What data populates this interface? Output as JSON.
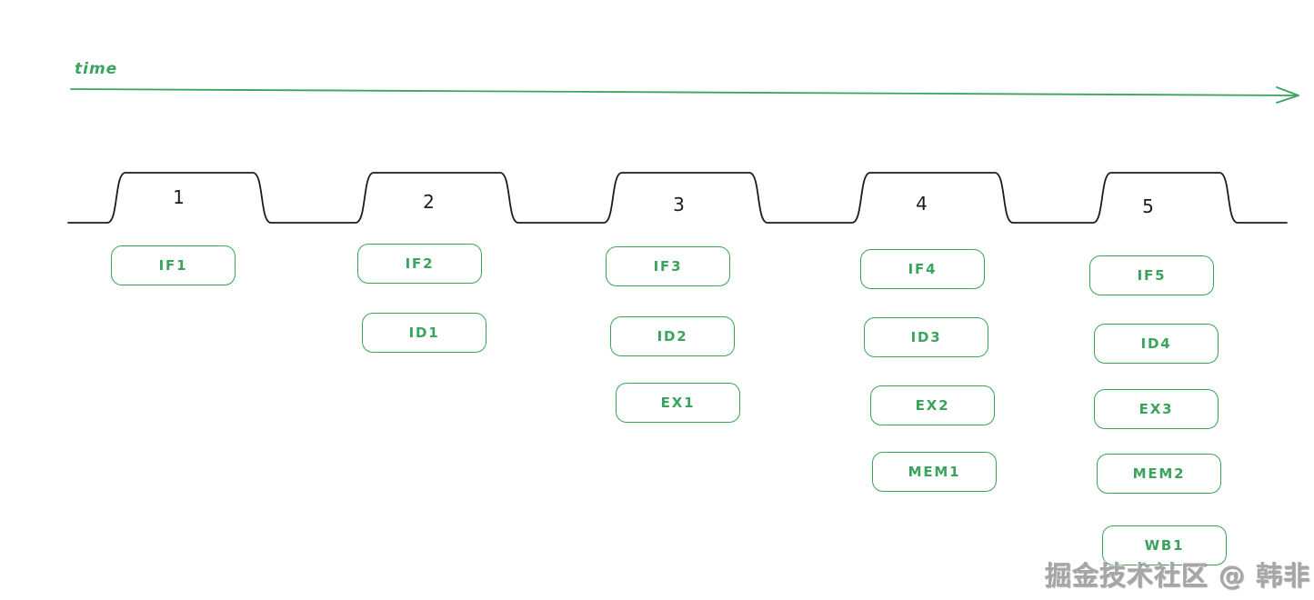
{
  "time_axis": {
    "label": "time"
  },
  "clock": {
    "cycles": [
      "1",
      "2",
      "3",
      "4",
      "5"
    ]
  },
  "pipeline": {
    "columns": [
      {
        "cycle": "1",
        "stages": [
          "IF1"
        ]
      },
      {
        "cycle": "2",
        "stages": [
          "IF2",
          "ID1"
        ]
      },
      {
        "cycle": "3",
        "stages": [
          "IF3",
          "ID2",
          "EX1"
        ]
      },
      {
        "cycle": "4",
        "stages": [
          "IF4",
          "ID3",
          "EX2",
          "MEM1"
        ]
      },
      {
        "cycle": "5",
        "stages": [
          "IF5",
          "ID4",
          "EX3",
          "MEM2",
          "WB1"
        ]
      }
    ]
  },
  "watermark": {
    "text": "掘金技术社区 @ 韩非"
  },
  "colors": {
    "accent_green": "#3aa35c",
    "ink_black": "#1b1b1b",
    "watermark_gray": "#a6a6a6",
    "background": "#ffffff"
  }
}
